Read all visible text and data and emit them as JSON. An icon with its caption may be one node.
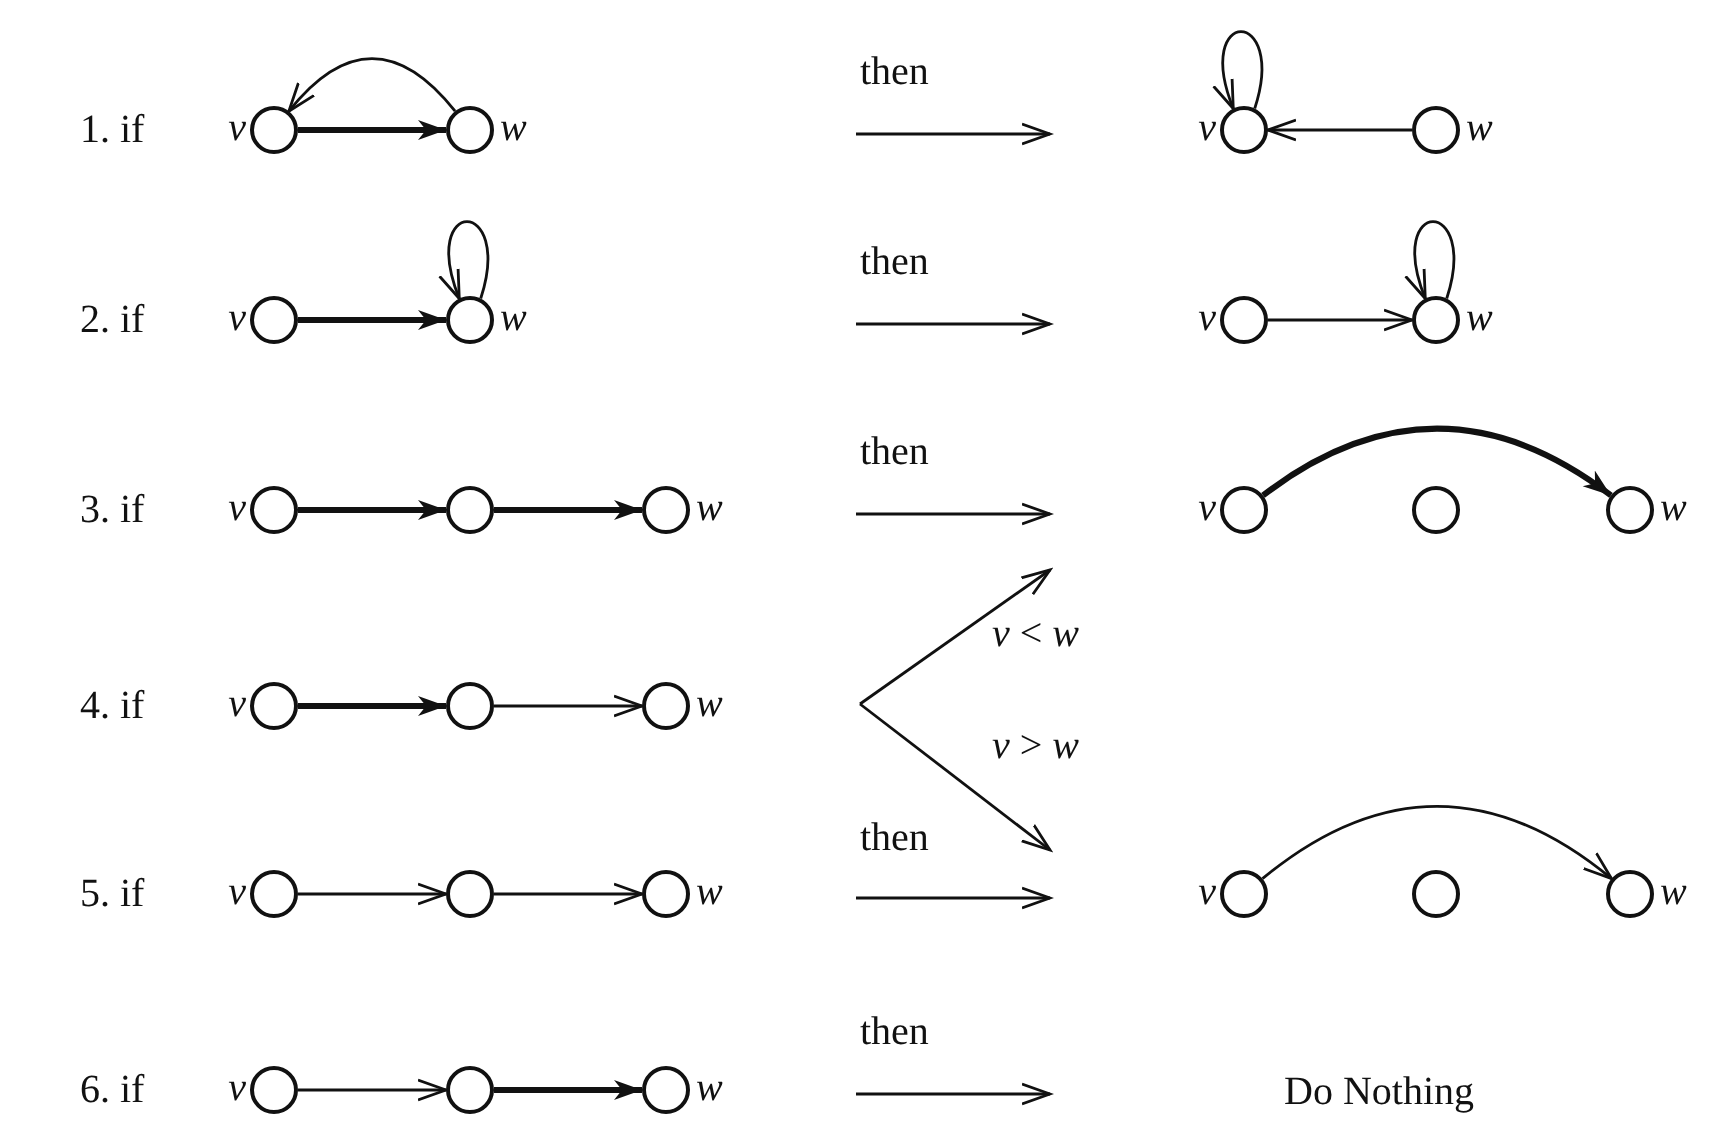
{
  "diagram": {
    "nodes": [
      {
        "text": [],
        "shape": "circle",
        "beside": [
          "v"
        ]
      },
      {
        "text": [],
        "shape": "circle",
        "beside": [
          "w"
        ]
      },
      {
        "text": [],
        "shape": "circle",
        "beside": [
          "v"
        ]
      },
      {
        "text": [],
        "shape": "circle",
        "beside": [
          "w"
        ]
      },
      {
        "text": [],
        "shape": "circle",
        "beside": [
          "v"
        ]
      },
      {
        "text": [],
        "shape": "circle",
        "beside": [
          "w"
        ]
      },
      {
        "text": [],
        "shape": "circle",
        "beside": [
          "v"
        ]
      },
      {
        "text": [],
        "shape": "circle",
        "beside": [
          "w"
        ]
      },
      {
        "text": [],
        "shape": "circle",
        "beside": [
          "v"
        ]
      },
      {
        "text": [],
        "shape": "circle"
      },
      {
        "text": [],
        "shape": "circle",
        "beside": [
          "w"
        ]
      },
      {
        "text": [],
        "shape": "circle",
        "beside": [
          "v"
        ]
      },
      {
        "text": [],
        "shape": "circle"
      },
      {
        "text": [],
        "shape": "circle",
        "beside": [
          "w"
        ]
      },
      {
        "text": [],
        "shape": "circle",
        "beside": [
          "v"
        ]
      },
      {
        "text": [],
        "shape": "circle"
      },
      {
        "text": [],
        "shape": "circle",
        "beside": [
          "w"
        ]
      },
      {
        "text": [],
        "shape": "circle",
        "beside": [
          "v"
        ]
      },
      {
        "text": [],
        "shape": "circle"
      },
      {
        "text": [],
        "shape": "circle",
        "beside": [
          "w"
        ]
      },
      {
        "text": [],
        "shape": "circle",
        "beside": [
          "v"
        ]
      },
      {
        "text": [],
        "shape": "circle"
      },
      {
        "text": [],
        "shape": "circle",
        "beside": [
          "w"
        ]
      },
      {
        "text": [],
        "shape": "circle",
        "beside": [
          "v"
        ]
      },
      {
        "text": [],
        "shape": "circle"
      },
      {
        "text": [],
        "shape": "circle",
        "beside": [
          "w"
        ]
      }
    ],
    "edges": [
      {
        "from": 0,
        "to": 1,
        "arrow": "to",
        "style": "thick"
      },
      {
        "from": 1,
        "to": 0,
        "arrow": "to"
      },
      {
        "from": 2,
        "to": 2,
        "arrow": "to"
      },
      {
        "from": 3,
        "to": 2,
        "arrow": "to"
      },
      {
        "from": 4,
        "to": 5,
        "arrow": "to",
        "style": "thick"
      },
      {
        "from": 5,
        "to": 5,
        "arrow": "to"
      },
      {
        "from": 6,
        "to": 7,
        "arrow": "to"
      },
      {
        "from": 7,
        "to": 7,
        "arrow": "to"
      },
      {
        "from": 8,
        "to": 9,
        "arrow": "to",
        "style": "thick"
      },
      {
        "from": 9,
        "to": 10,
        "arrow": "to",
        "style": "thick"
      },
      {
        "from": 11,
        "to": 13,
        "arrow": "to",
        "style": "thick"
      },
      {
        "from": 14,
        "to": 15,
        "arrow": "to",
        "style": "thick"
      },
      {
        "from": 15,
        "to": 16,
        "arrow": "to"
      },
      {
        "from": 17,
        "to": 18,
        "arrow": "to"
      },
      {
        "from": 18,
        "to": 19,
        "arrow": "to"
      },
      {
        "from": 20,
        "to": 22,
        "arrow": "to"
      },
      {
        "from": 23,
        "to": 24,
        "arrow": "to"
      },
      {
        "from": 24,
        "to": 25,
        "arrow": "to",
        "style": "thick"
      }
    ],
    "labels": [
      "1. if",
      "then",
      "2. if",
      "then",
      "3. if",
      "then",
      "4. if",
      "*v* < *w*",
      "*v* > *w*",
      "5. if",
      "then",
      "6. if",
      "then",
      "Do Nothing"
    ]
  }
}
